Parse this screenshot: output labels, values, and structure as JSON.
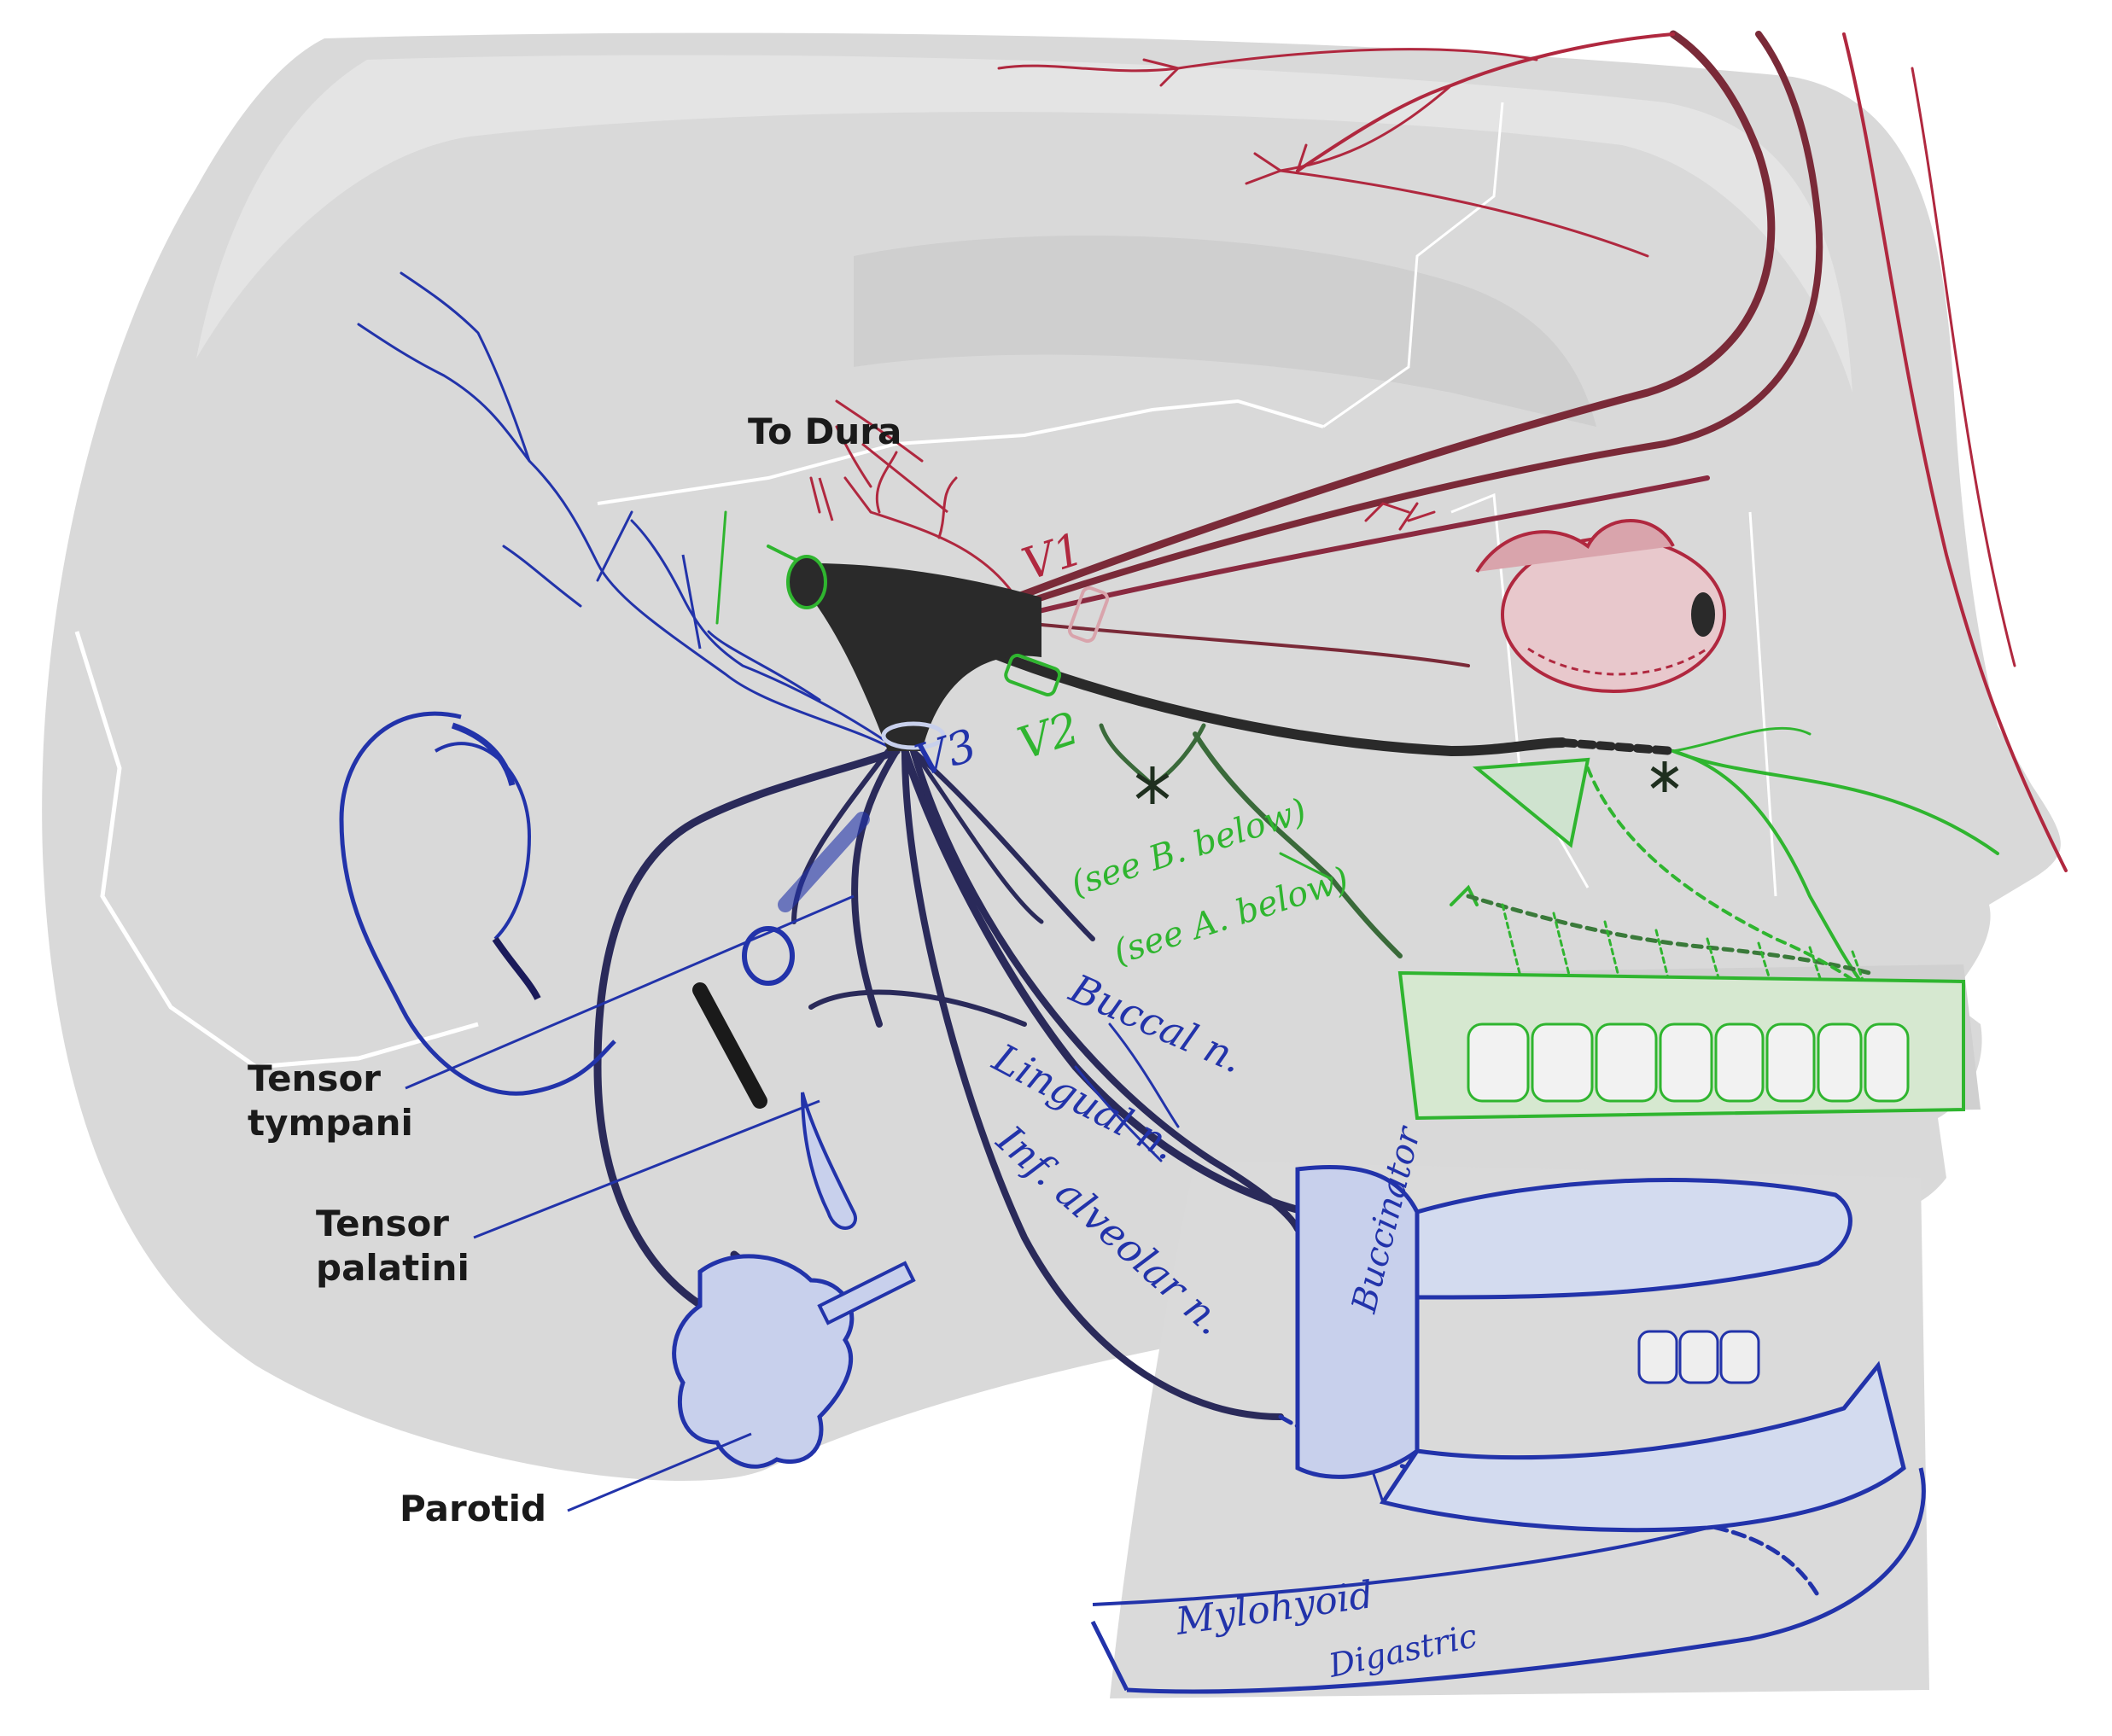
{
  "labels": {
    "to_dura": "To Dura",
    "tensor_tympani_1": "Tensor",
    "tensor_tympani_2": "tympani",
    "tensor_palatini_1": "Tensor",
    "tensor_palatini_2": "palatini",
    "parotid": "Parotid",
    "v1": "V1",
    "v2": "V2",
    "v3": "V3",
    "see_b": "(see B. below)",
    "see_a": "(see A. below)",
    "buccal": "Buccal n.",
    "lingual": "Lingual n.",
    "inf_alveolar": "Inf. alveolar n.",
    "buccinator": "Buccinator",
    "mylohyoid": "Mylohyoid",
    "digastric": "Digastric"
  },
  "colors": {
    "background": "#ffffff",
    "skull": "#d9d9d9",
    "skull_dark": "#c8c8c8",
    "v1_red": "#b0283f",
    "v2_green": "#2fb52f",
    "v3_blue": "#2233aa",
    "trunk": "#2a2a2a",
    "label_black": "#1a1a1a"
  },
  "icons": {
    "ganglion": "ganglion-star-icon",
    "eye": "eyeball-icon",
    "ear": "ear-outline-icon"
  }
}
